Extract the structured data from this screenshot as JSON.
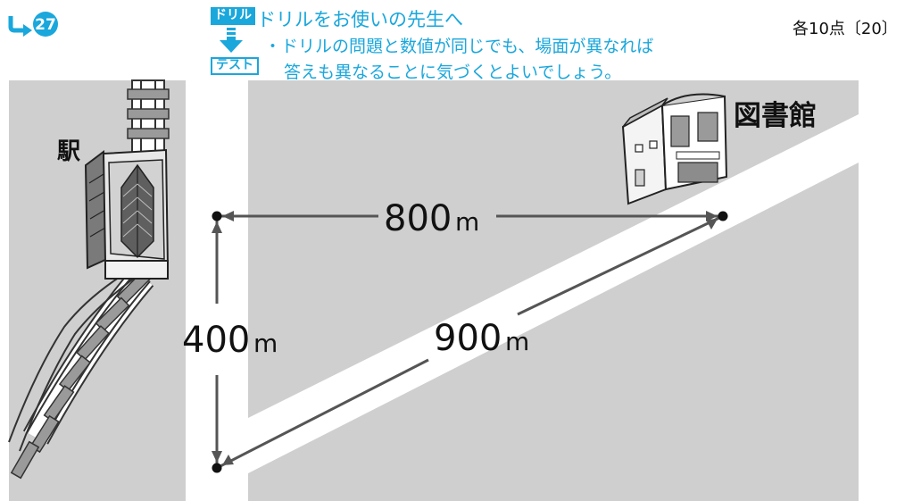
{
  "header": {
    "reference_number": "27",
    "drill_badge": "ドリル",
    "test_badge": "テスト",
    "notice_title": "ドリルをお使いの先生へ",
    "notice_line_1": "・ドリルの問題と数値が同じでも、場面が異なれば",
    "notice_line_2": "答えも異なることに気づくとよいでしょう。",
    "score": "各10点〔20〕"
  },
  "map": {
    "station_label": "駅",
    "library_label": "図書館",
    "distance_top": "800",
    "distance_left": "400",
    "distance_diagonal": "900",
    "unit": "m"
  },
  "icons": {
    "reference": "curved-arrow-number-badge",
    "station": "station-building-icon",
    "library": "library-building-icon",
    "drill_to_test": "down-arrow-icon"
  },
  "colors": {
    "accent": "#1aa7dc",
    "block": "#cfcfcf",
    "line": "#555555"
  }
}
